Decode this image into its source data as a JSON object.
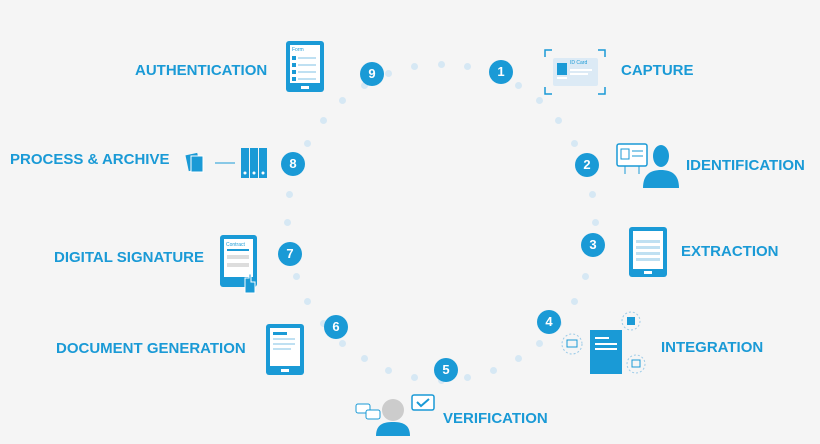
{
  "accent": "#1a9ad6",
  "steps": [
    {
      "n": "1",
      "label": "CAPTURE"
    },
    {
      "n": "2",
      "label": "IDENTIFICATION"
    },
    {
      "n": "3",
      "label": "EXTRACTION"
    },
    {
      "n": "4",
      "label": "INTEGRATION"
    },
    {
      "n": "5",
      "label": "VERIFICATION"
    },
    {
      "n": "6",
      "label": "DOCUMENT GENERATION"
    },
    {
      "n": "7",
      "label": "DIGITAL SIGNATURE"
    },
    {
      "n": "8",
      "label": "PROCESS & ARCHIVE"
    },
    {
      "n": "9",
      "label": "AUTHENTICATION"
    }
  ],
  "icon_text": {
    "form": "Form",
    "id_card": "ID Card",
    "contract": "Contract"
  }
}
